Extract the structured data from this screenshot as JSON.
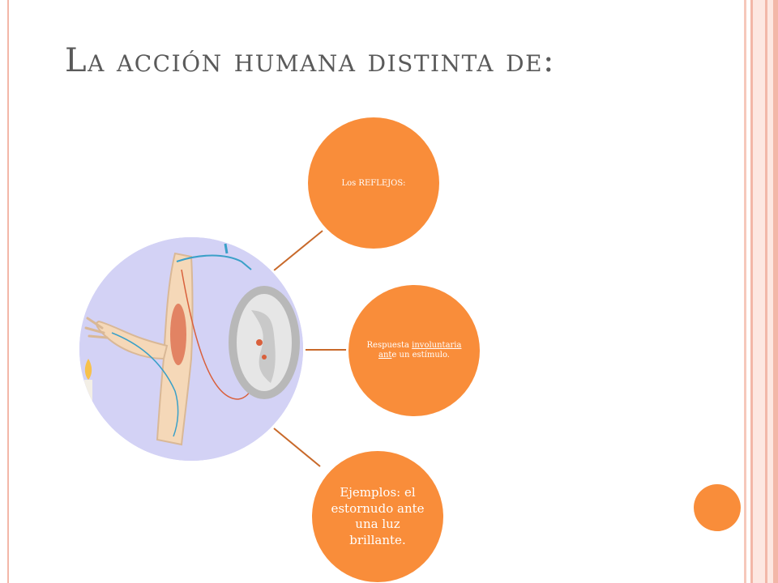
{
  "slide": {
    "title": "La acción humana distinta de:"
  },
  "diagram": {
    "hub": {
      "image": "reflex-arc-illustration"
    },
    "nodes": [
      {
        "text": "Los REFLEJOS:"
      },
      {
        "text_parts": [
          "Respuesta ",
          "involuntaria  ant",
          "e un estímulo."
        ]
      },
      {
        "text": "Ejemplos: el estornudo ante una luz brillante."
      }
    ]
  },
  "colors": {
    "node_fill": "#f98d3a",
    "connector": "#c8692a",
    "hub_background": "#d3d2f5",
    "frame": "#f3b7a8",
    "title_text": "#5a5a5a"
  }
}
